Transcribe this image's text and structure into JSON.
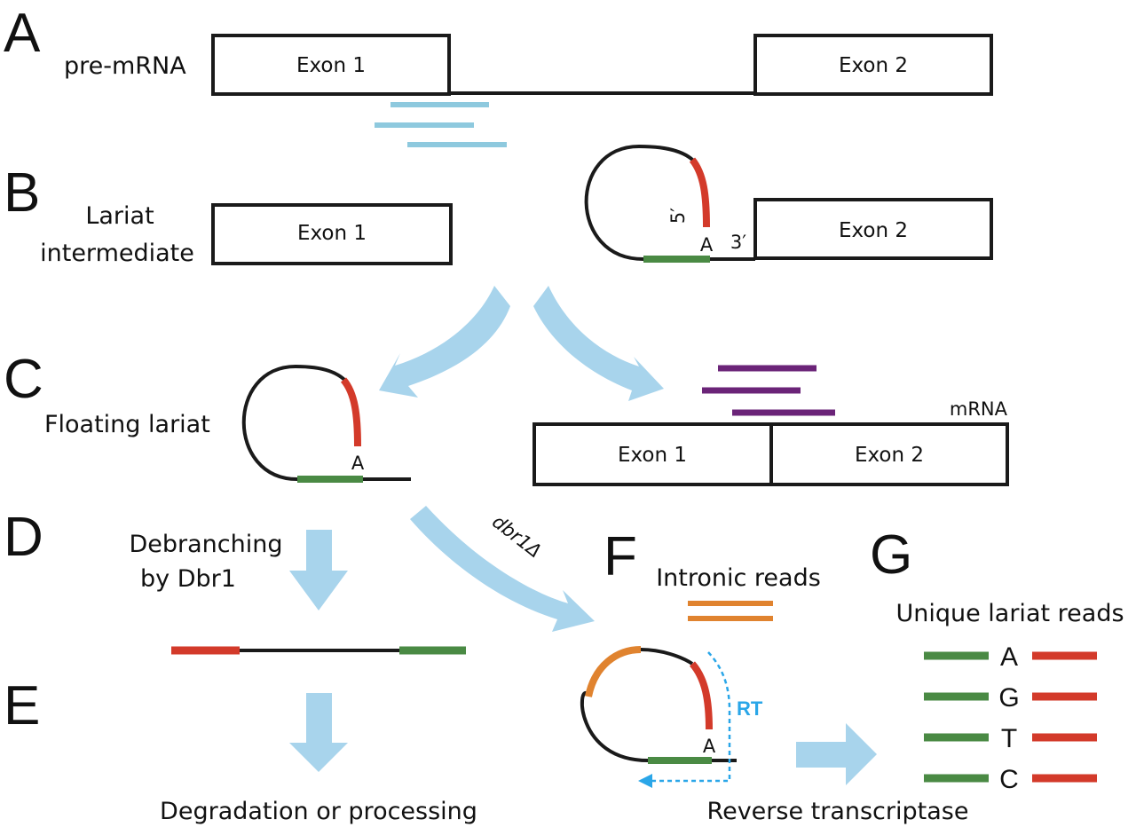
{
  "figure": {
    "colors": {
      "line": "#1a1a1a",
      "arrow": "#a8d4ec",
      "exon_junction_read": "#8ec9de",
      "mrna_read": "#6b2478",
      "five_prime": "#d33a2a",
      "branch": "#4a8a44",
      "intronic": "#e0832f",
      "rt": "#2aa6e8"
    },
    "panels": {
      "A": {
        "letter": "A",
        "label": "pre-mRNA",
        "exon1": "Exon 1",
        "exon2": "Exon 2"
      },
      "B": {
        "letter": "B",
        "label_line1": "Lariat",
        "label_line2": "intermediate",
        "exon1": "Exon 1",
        "exon2": "Exon 2",
        "five_prime": "5′",
        "three_prime": "3′",
        "branch_nt": "A"
      },
      "C": {
        "letter": "C",
        "label": "Floating lariat",
        "branch_nt": "A",
        "mrna_label": "mRNA",
        "exon1": "Exon 1",
        "exon2": "Exon 2"
      },
      "D": {
        "letter": "D",
        "label_line1": "Debranching",
        "label_line2": "by Dbr1",
        "mutant_label": "dbr1Δ"
      },
      "E": {
        "letter": "E",
        "label": "Degradation or processing"
      },
      "F": {
        "letter": "F",
        "label": "Intronic reads",
        "branch_nt": "A",
        "rt_label": "RT",
        "arrow_label": "Reverse transcriptase"
      },
      "G": {
        "letter": "G",
        "label": "Unique lariat reads",
        "nucleotides": [
          "A",
          "G",
          "T",
          "C"
        ]
      }
    }
  }
}
